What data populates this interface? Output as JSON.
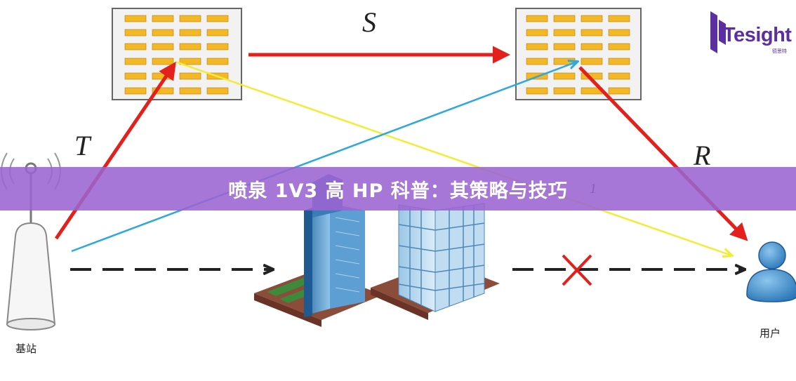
{
  "banner": {
    "title": "喷泉 1V3 高 HP 科普：其策略与技巧"
  },
  "labels": {
    "base_station": "基站",
    "user": "用户"
  },
  "math": {
    "t": "T",
    "s": "S",
    "r": "R",
    "r1_sub": "1"
  },
  "logo": {
    "text": "Tesight",
    "sub": "德思特"
  },
  "colors": {
    "red_arrow": "#e3201b",
    "yellow_arrow": "#f2ec36",
    "cyan_arrow": "#2fa9dc",
    "panel_fill": "#f2f2f2",
    "panel_cell": "#f5b825",
    "banner": "#9b64d2",
    "logo": "#5b2fa0",
    "x_mark": "#e3201b"
  }
}
